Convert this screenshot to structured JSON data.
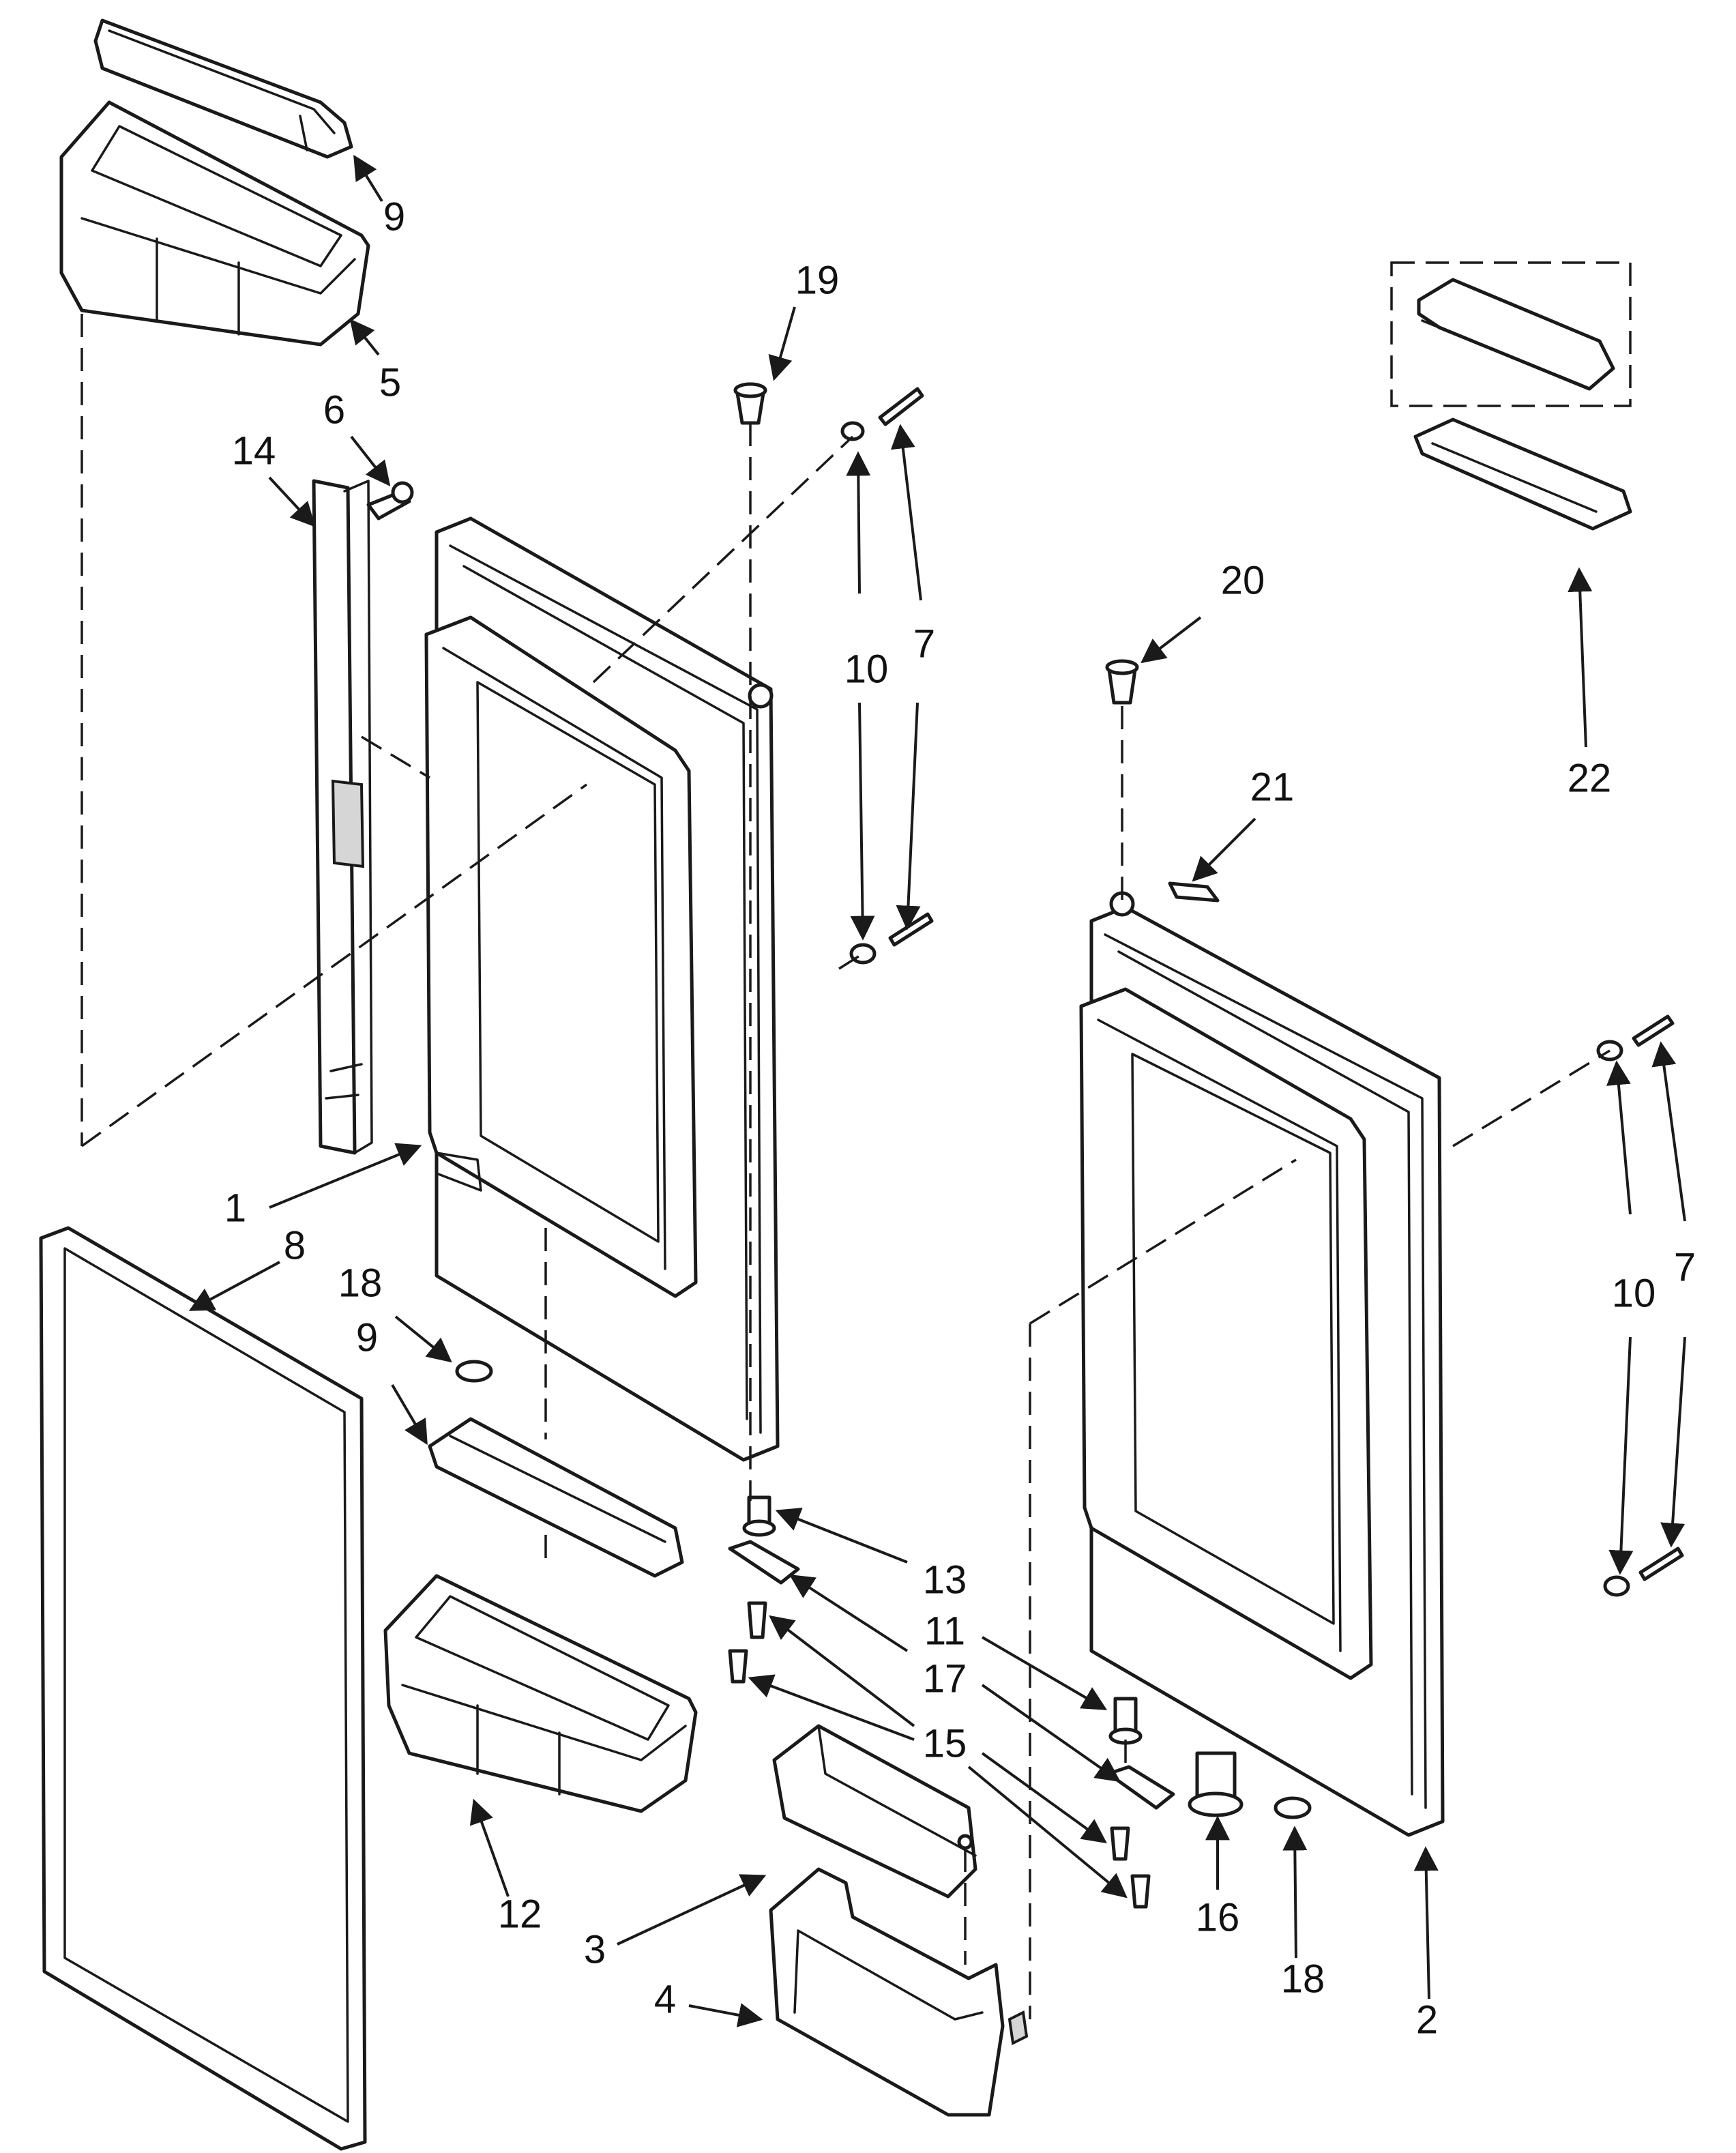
{
  "diagram": {
    "callouts": {
      "c1": "1",
      "c2": "2",
      "c3": "3",
      "c4": "4",
      "c5": "5",
      "c6": "6",
      "c7a": "7",
      "c7b": "7",
      "c8": "8",
      "c9a": "9",
      "c9b": "9",
      "c10a": "10",
      "c10b": "10",
      "c11": "11",
      "c12": "12",
      "c13": "13",
      "c14": "14",
      "c15": "15",
      "c16": "16",
      "c17": "17",
      "c18a": "18",
      "c18b": "18",
      "c19": "19",
      "c20": "20",
      "c21": "21",
      "c22": "22"
    }
  }
}
